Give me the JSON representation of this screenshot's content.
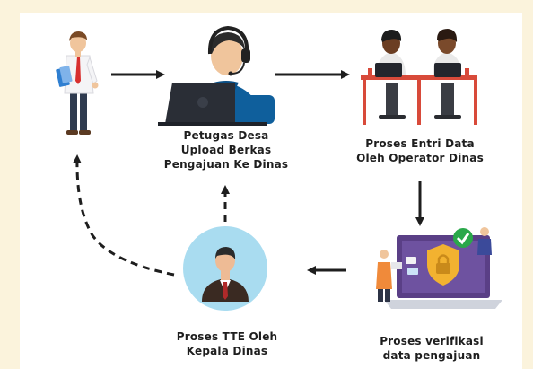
{
  "steps": {
    "petugas": {
      "lines": [
        "Petugas Desa",
        "Upload Berkas",
        "Pengajuan Ke Dinas"
      ],
      "icon": "call-center-agent-laptop-icon"
    },
    "operator": {
      "lines": [
        "Proses Entri Data",
        "Oleh Operator Dinas"
      ],
      "icon": "operators-at-desks-icon"
    },
    "verifikasi": {
      "lines": [
        "Proses verifikasi",
        "data pengajuan"
      ],
      "icon": "security-verification-laptop-icon"
    },
    "tte": {
      "lines": [
        "Proses TTE Oleh",
        "Kepala Dinas"
      ],
      "icon": "head-of-office-avatar-icon"
    },
    "pemohon": {
      "icon": "applicant-man-with-documents-icon"
    }
  },
  "colors": {
    "page_background": "#fbf3dc",
    "card_background": "#ffffff",
    "arrow": "#1e1e1e",
    "circle_badge": "#a9dcf0",
    "check_badge": "#2aa84a",
    "laptop_screen": "#5a3f86"
  }
}
